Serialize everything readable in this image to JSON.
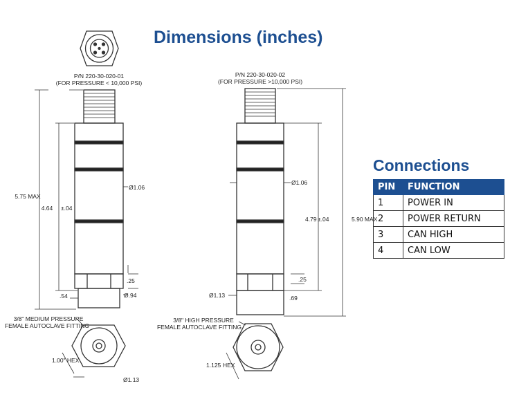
{
  "heading": "Dimensions (inches)",
  "connections": {
    "title": "Connections",
    "columns": [
      "PIN",
      "FUNCTION"
    ],
    "rows": [
      {
        "pin": "1",
        "function": "POWER IN"
      },
      {
        "pin": "2",
        "function": "POWER RETURN"
      },
      {
        "pin": "3",
        "function": "CAN HIGH"
      },
      {
        "pin": "4",
        "function": "CAN LOW"
      }
    ]
  },
  "left_drawing": {
    "part_number": "P/N 220-30-020-01",
    "pressure_note": "(FOR PRESSURE < 10,000 PSI)",
    "overall_length": "5.75 MAX",
    "body_length": "4.64",
    "body_tolerance": "±.04",
    "body_diameter": "Ø1.06",
    "hex_height": ".25",
    "fitting_length": ".54",
    "fitting_diameter": "Ø.94",
    "fitting_line1": "3/8\" MEDIUM PRESSURE",
    "fitting_line2": "FEMALE AUTOCLAVE FITTING",
    "hex_size": "1.00\" HEX",
    "bottom_diameter": "Ø1.13"
  },
  "right_drawing": {
    "part_number": "P/N 220-30-020-02",
    "pressure_note": "(FOR PRESSURE >10,000 PSI)",
    "overall_length": "5.90 MAX",
    "body_length": "4.79",
    "body_tolerance": "±.04",
    "body_diameter": "Ø1.06",
    "hex_height": ".25",
    "fitting_length": ".69",
    "hex_diameter": "Ø1.13",
    "fitting_line1": "3/8\" HIGH PRESSURE",
    "fitting_line2": "FEMALE AUTOCLAVE FITTING",
    "hex_size": "1.125",
    "hex_label": "HEX"
  }
}
